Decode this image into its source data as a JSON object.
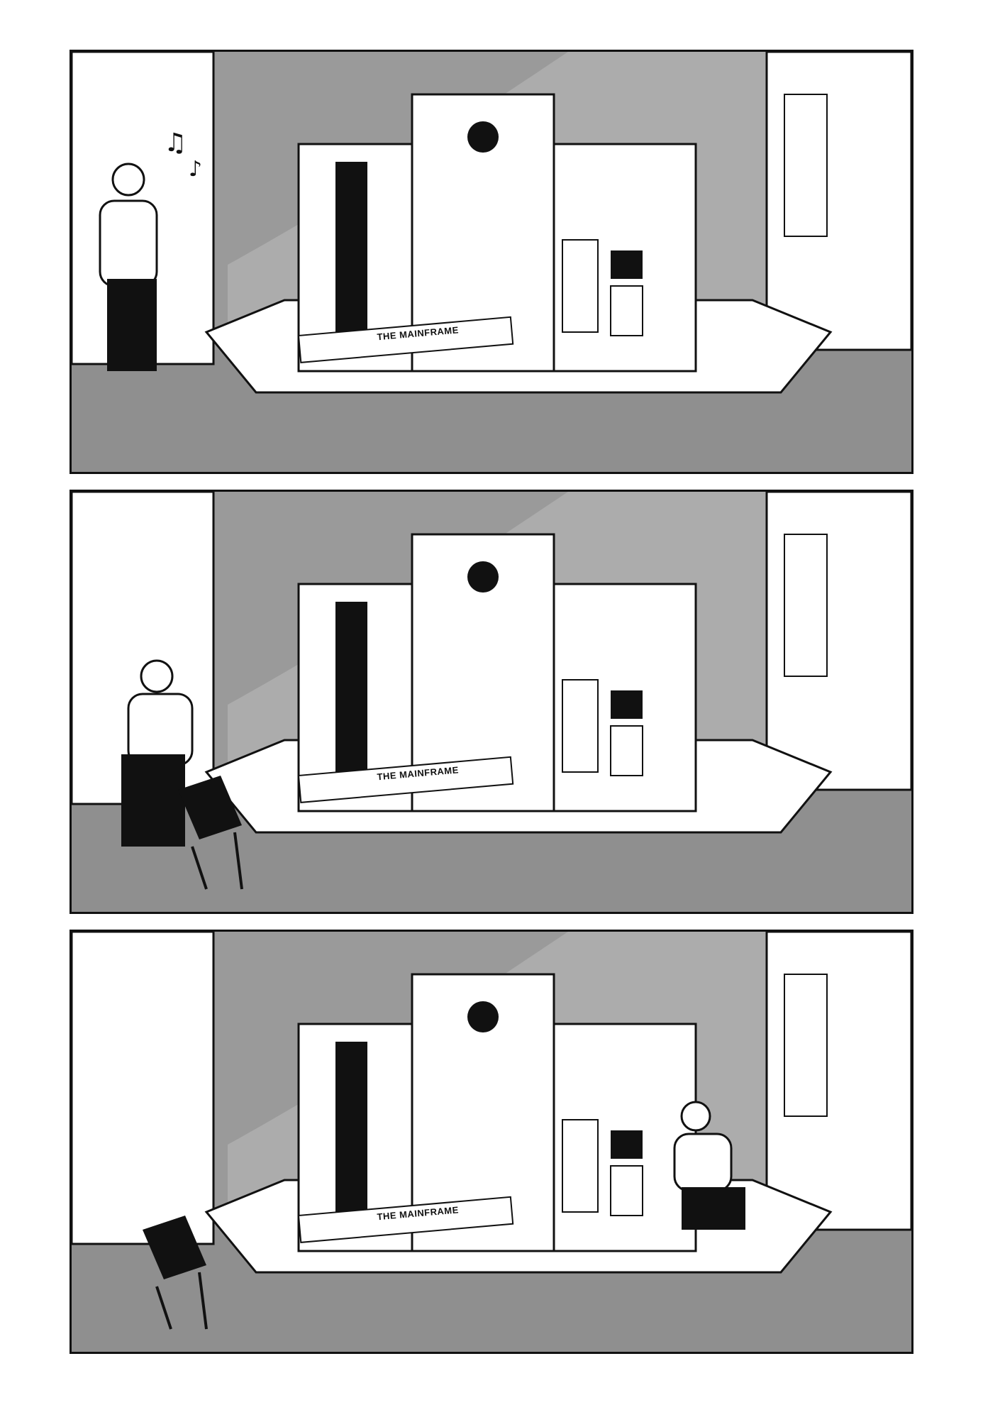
{
  "panels": [
    {
      "id": 1,
      "sign_title": "THE MAINFRAME"
    },
    {
      "id": 2,
      "sign_title": "THE MAINFRAME"
    },
    {
      "id": 3,
      "sign_title": "THE MAINFRAME"
    }
  ],
  "colors": {
    "ink": "#111111",
    "wall_grey": "#9a9a9a",
    "floor_grey": "#8f8f8f",
    "paper": "#ffffff"
  },
  "icons": {
    "music": "music-notes-icon"
  }
}
